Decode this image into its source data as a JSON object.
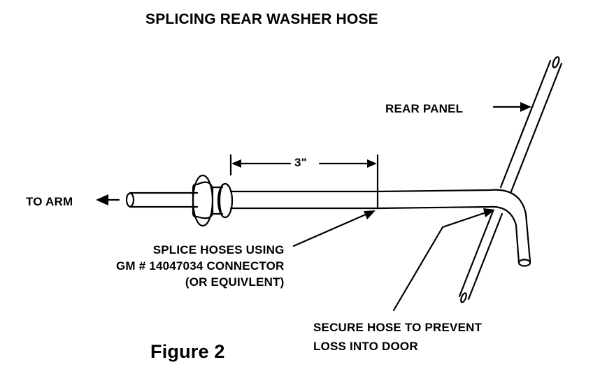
{
  "title": "SPLICING REAR WASHER HOSE",
  "labels": {
    "rear_panel": "REAR PANEL",
    "to_arm": "TO ARM",
    "dimension": "3\"",
    "splice_line1": "SPLICE HOSES USING",
    "splice_line2": "GM # 14047034 CONNECTOR",
    "splice_line3": "(OR EQUIVLENT)",
    "secure_line1": "SECURE HOSE TO PREVENT",
    "secure_line2": "LOSS INTO DOOR"
  },
  "caption": "Figure 2",
  "colors": {
    "ink": "#000000",
    "paper": "#ffffff"
  }
}
